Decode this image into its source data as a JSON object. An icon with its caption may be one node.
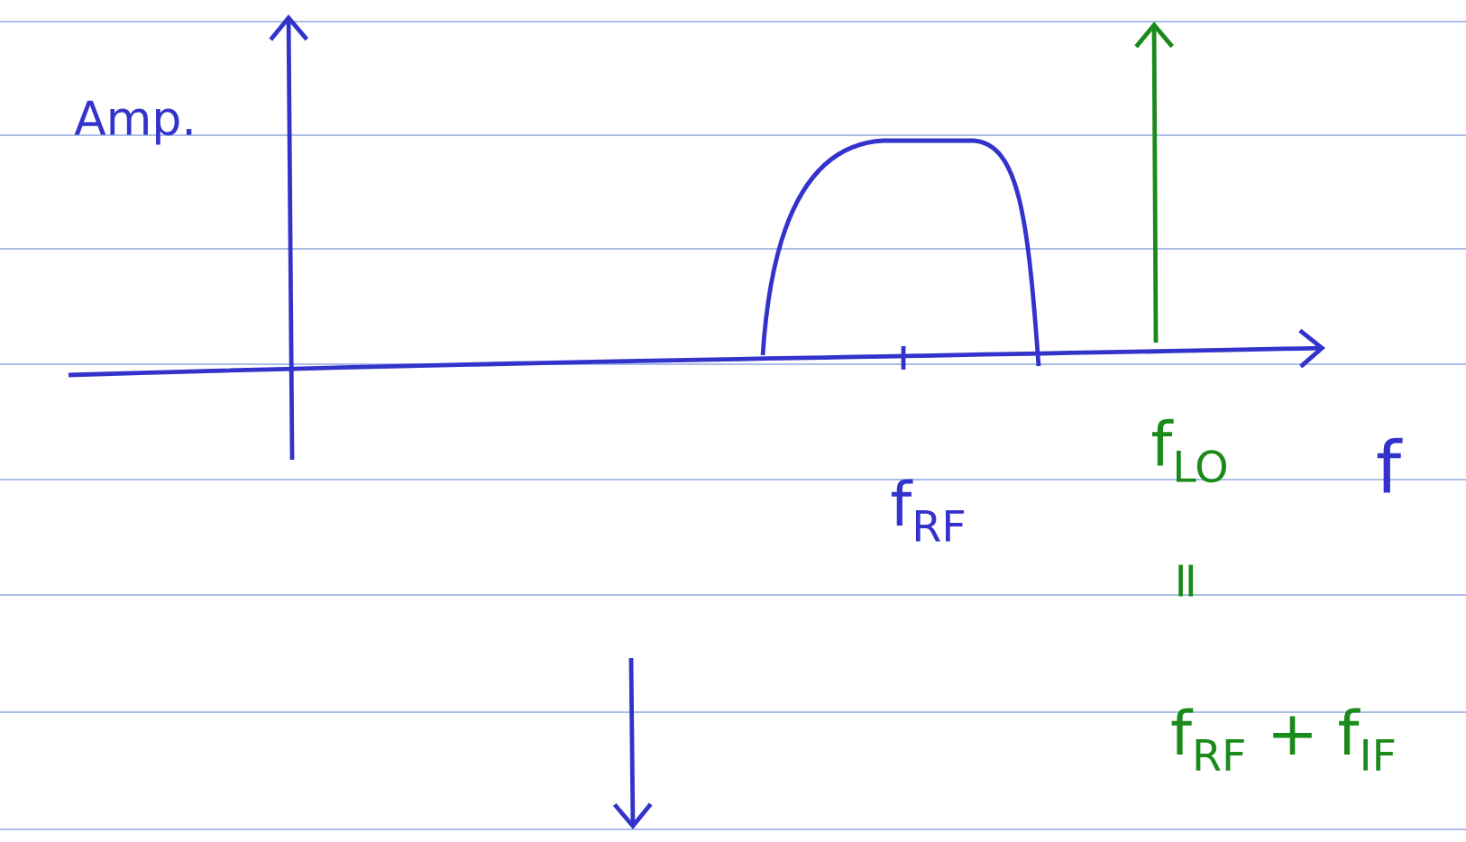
{
  "diagram": {
    "labels": [
      "Amp.",
      "f$_{RF}$",
      "f$_{LO}$",
      "f",
      "=",
      "f$_{RF}$ + f$_{IF}$"
    ]
  }
}
